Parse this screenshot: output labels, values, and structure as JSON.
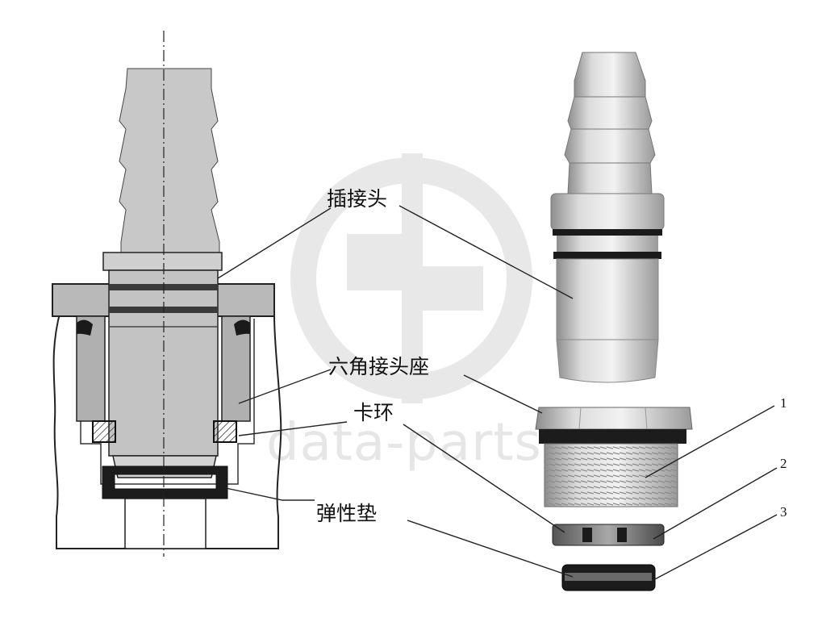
{
  "labels": {
    "plug_connector": "插接头",
    "hex_connector_seat": "六角接头座",
    "snap_ring": "卡环",
    "elastic_pad": "弹性垫"
  },
  "part_numbers": [
    "1",
    "2",
    "3"
  ],
  "watermark": {
    "text": "data-parts"
  }
}
